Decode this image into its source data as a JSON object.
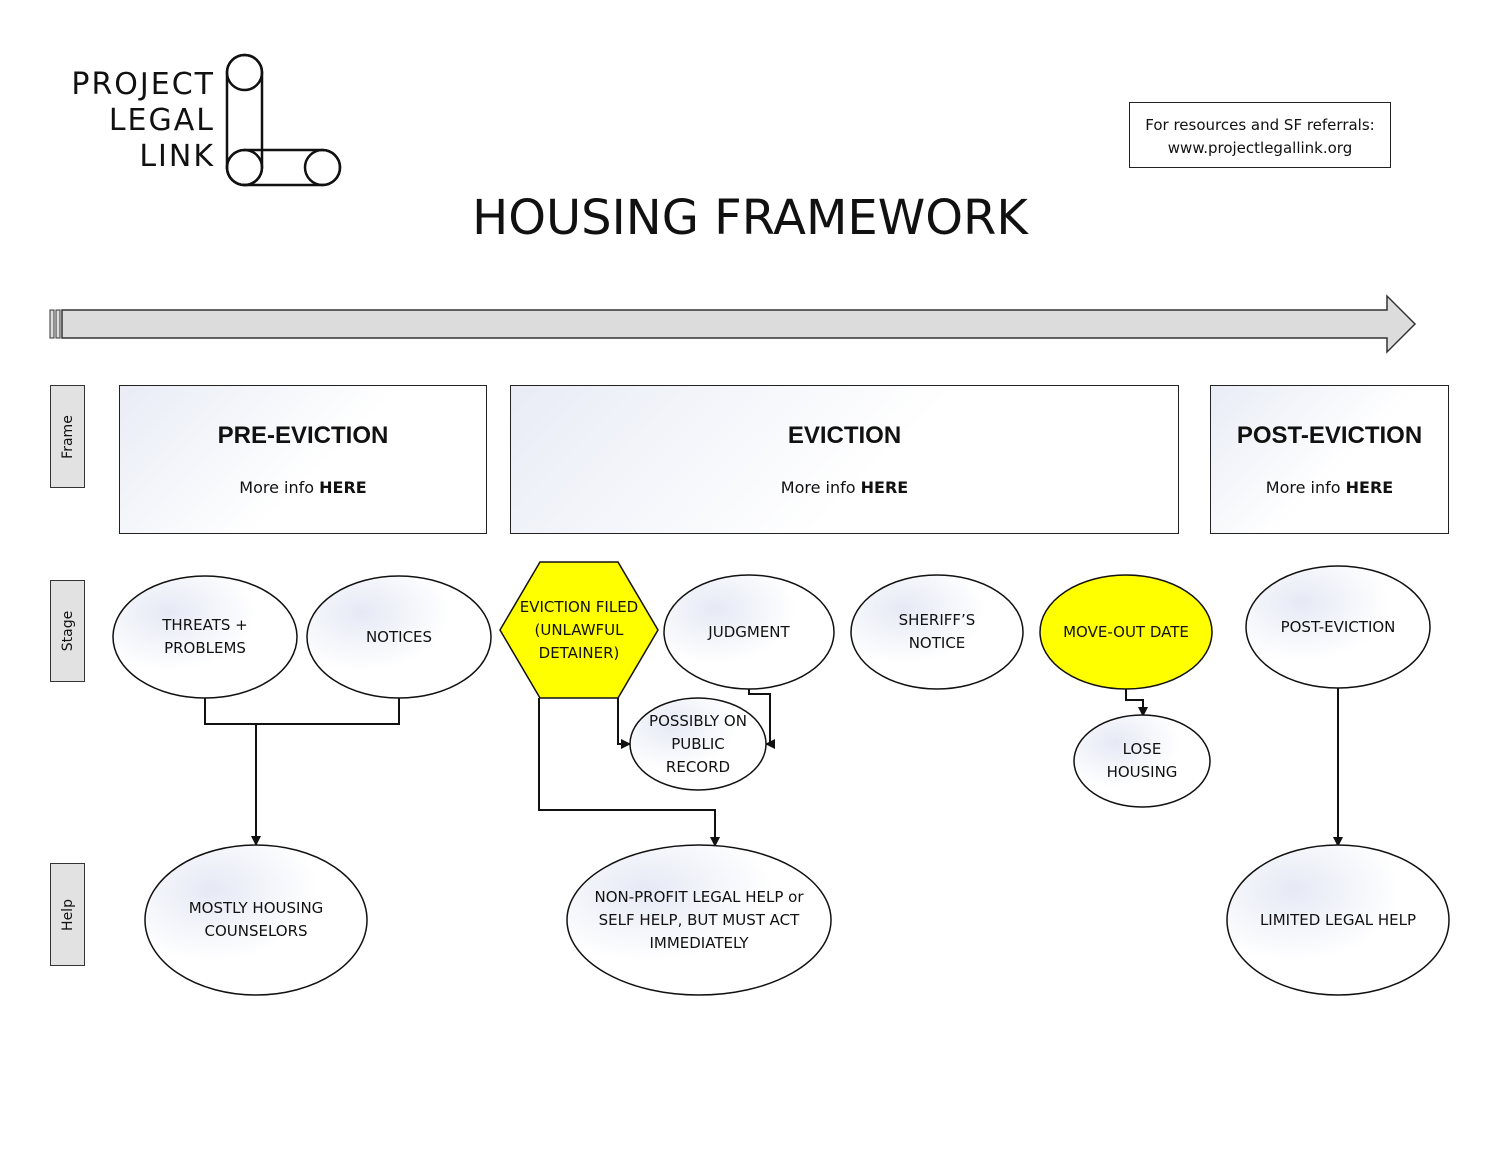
{
  "logo": {
    "lines": [
      "PROJECT",
      "LEGAL",
      "LINK"
    ]
  },
  "resources": {
    "line1": "For resources and SF referrals:",
    "line2": "www.projectlegallink.org"
  },
  "title": "HOUSING FRAMEWORK",
  "rows": {
    "frame": "Frame",
    "stage": "Stage",
    "help": "Help"
  },
  "frames": [
    {
      "title": "PRE-EVICTION",
      "info_prefix": "More info ",
      "info_link": "HERE"
    },
    {
      "title": "EVICTION",
      "info_prefix": "More info ",
      "info_link": "HERE"
    },
    {
      "title": "POST-EVICTION",
      "info_prefix": "More info ",
      "info_link": "HERE"
    }
  ],
  "stages": {
    "threats": "THREATS +\nPROBLEMS",
    "notices": "NOTICES",
    "eviction_filed": "EVICTION FILED\n(UNLAWFUL\nDETAINER)",
    "judgment": "JUDGMENT",
    "sheriffs_notice": "SHERIFF’S\nNOTICE",
    "move_out": "MOVE-OUT DATE",
    "post_eviction": "POST-EVICTION",
    "public_record": "POSSIBLY ON\nPUBLIC\nRECORD",
    "lose_housing": "LOSE\nHOUSING"
  },
  "help": {
    "housing_counselors": "MOSTLY HOUSING\nCOUNSELORS",
    "nonprofit": "NON-PROFIT LEGAL HELP or\nSELF HELP, BUT MUST ACT\nIMMEDIATELY",
    "limited": "LIMITED LEGAL HELP"
  },
  "colors": {
    "highlight": "#ffff00",
    "tab_fill": "#e2e2e2",
    "arrow_fill": "#dcdcdc",
    "gradient_tint": "#e9ecf6",
    "stroke": "#222222"
  }
}
